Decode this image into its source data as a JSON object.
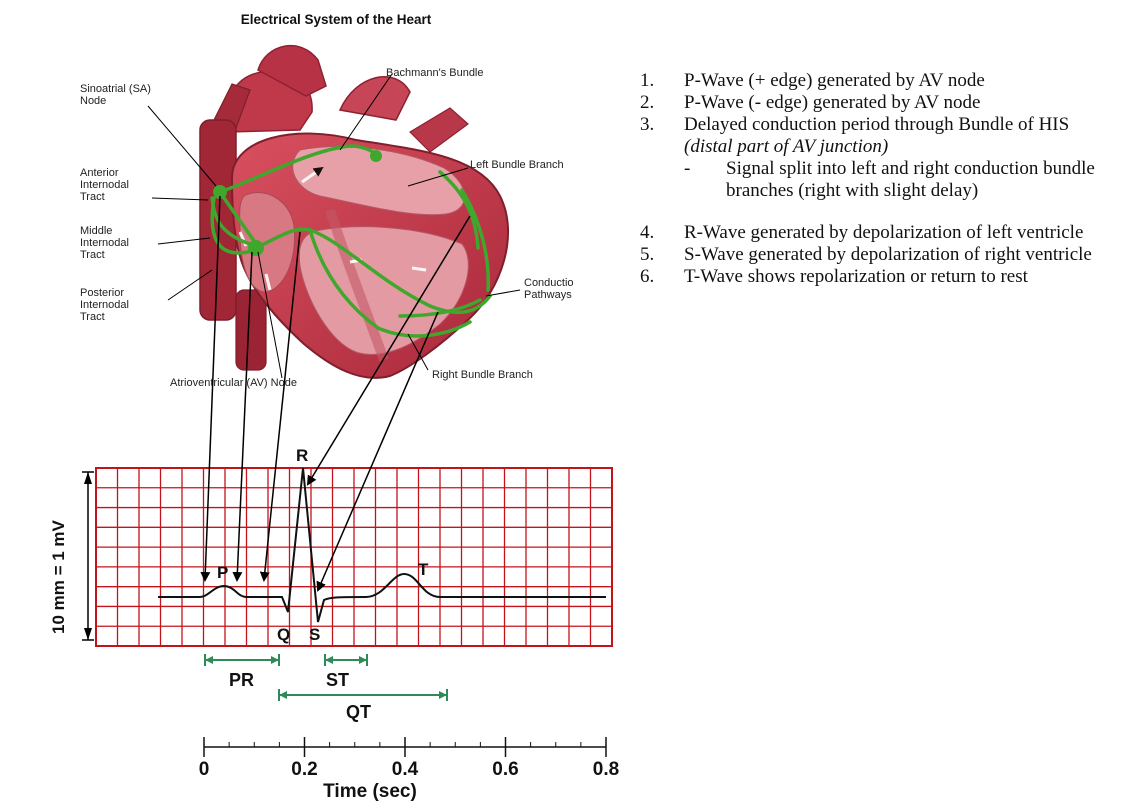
{
  "heart": {
    "title": "Electrical System of the Heart",
    "labels": {
      "sa_node": [
        "Sinoatrial (SA)",
        "Node"
      ],
      "anterior": [
        "Anterior",
        "Internodal",
        "Tract"
      ],
      "middle": [
        "Middle",
        "Internodal",
        "Tract"
      ],
      "posterior": [
        "Posterior",
        "Internodal",
        "Tract"
      ],
      "av_node": "Atrioventricular (AV) Node",
      "bachmann": "Bachmann's Bundle",
      "left_bundle": "Left Bundle Branch",
      "conduction": [
        "Conductio",
        "Pathways"
      ],
      "right_bundle": "Right Bundle Branch"
    }
  },
  "ecg": {
    "amplitude_label": "10 mm = 1 mV",
    "wave_labels": {
      "p": "P",
      "q": "Q",
      "r": "R",
      "s": "S",
      "t": "T"
    },
    "intervals": {
      "pr": "PR",
      "st": "ST",
      "qt": "QT"
    },
    "time_axis": {
      "label": "Time (sec)",
      "ticks": [
        "0",
        "0.2",
        "0.4",
        "0.6",
        "0.8"
      ]
    }
  },
  "steps": [
    {
      "num": "1.",
      "text": "P-Wave (+ edge) generated by AV node"
    },
    {
      "num": "2.",
      "text": "P-Wave (- edge) generated by AV node"
    },
    {
      "num": "3.",
      "text": "Delayed conduction period through Bundle of HIS",
      "note": "(distal part of AV junction)",
      "sub": {
        "dash": "-",
        "text": "Signal split into left and right conduction bundle branches (right with slight delay)"
      }
    },
    {
      "num": "4.",
      "text": "R-Wave generated by depolarization of left ventricle"
    },
    {
      "num": "5.",
      "text": "S-Wave generated by depolarization of right ventricle"
    },
    {
      "num": "6.",
      "text": "T-Wave shows repolarization or return to rest"
    }
  ],
  "colors": {
    "heart_red": "#c0394b",
    "heart_light": "#e8a0a8",
    "conduction_green": "#3fa72c",
    "grid_red": "#c4141b",
    "interval_green": "#2f8a5a"
  }
}
